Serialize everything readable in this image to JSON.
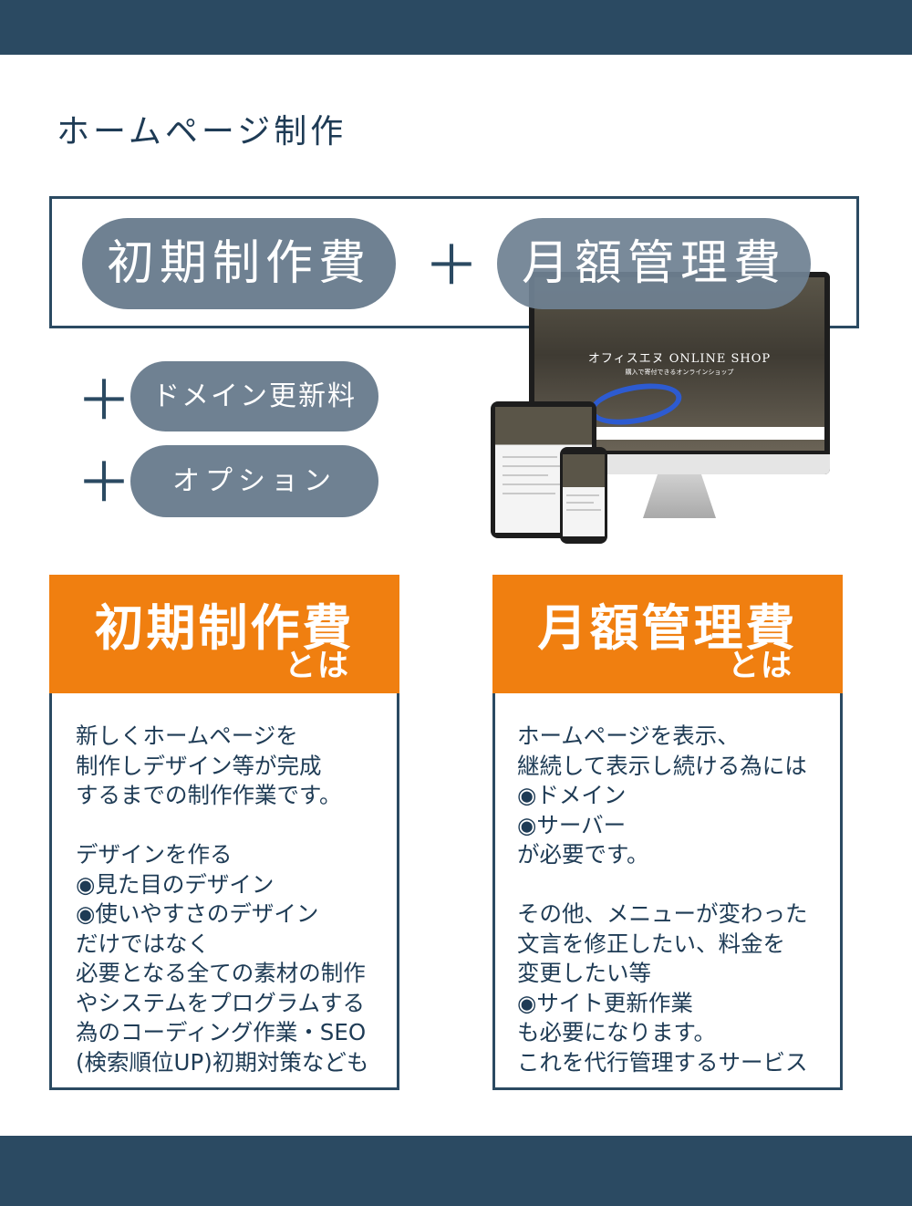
{
  "page": {
    "title": "ホームページ制作"
  },
  "formula": {
    "initial_fee": "初期制作費",
    "plus": "＋",
    "monthly_fee": "月額管理費",
    "domain_fee": "ドメイン更新料",
    "option": "オプション"
  },
  "devices": {
    "shop_name": "オフィスエヌ ONLINE SHOP",
    "tagline": "購入で寄付できるオンラインショップ"
  },
  "cards": [
    {
      "title": "初期制作費",
      "subtitle": "とは",
      "body": "新しくホームページを\n制作しデザイン等が完成\nするまでの制作作業です。\n\nデザインを作る\n◉見た目のデザイン\n◉使いやすさのデザイン\nだけではなく\n必要となる全ての素材の制作\nやシステムをプログラムする\n為のコーディング作業・SEO\n(検索順位UP)初期対策なども"
    },
    {
      "title": "月額管理費",
      "subtitle": "とは",
      "body": "ホームページを表示、\n継続して表示し続ける為には\n◉ドメイン\n◉サーバー\nが必要です。\n\nその他、メニューが変わった\n文言を修正したい、料金を\n変更したい等\n◉サイト更新作業\nも必要になります。\nこれを代行管理するサービス"
    }
  ],
  "colors": {
    "navy": "#2b4a62",
    "pill_gray": "#6f8192",
    "orange": "#f07f10"
  }
}
